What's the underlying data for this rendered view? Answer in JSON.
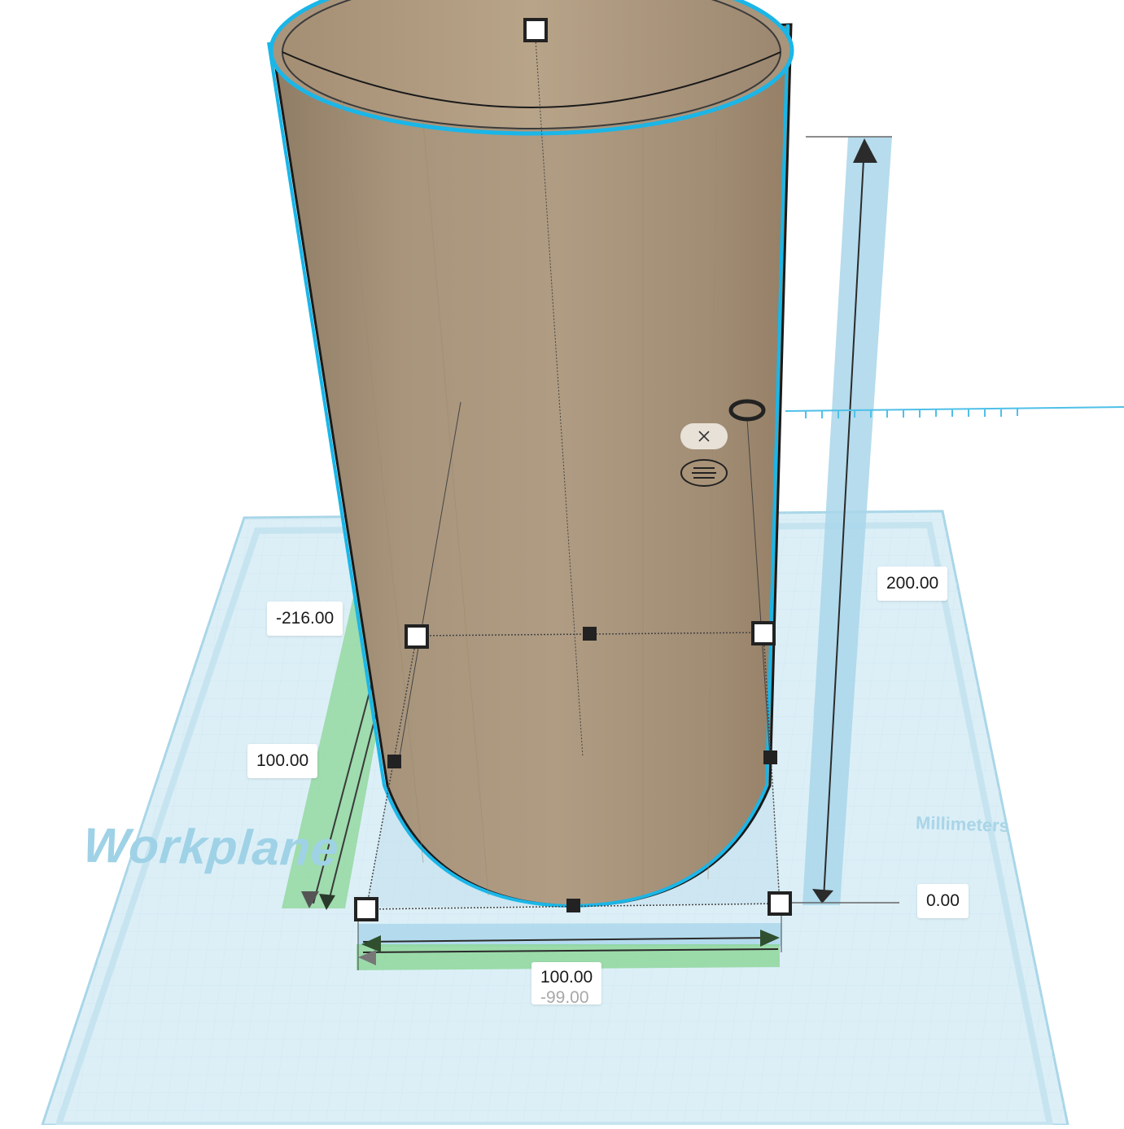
{
  "workplane": {
    "title": "Workplane",
    "units": "Millimeters"
  },
  "dimensions": {
    "height": "200.00",
    "elevation": "0.00",
    "length": "100.00",
    "width": "100.00",
    "width_ghost": "-99.00",
    "position_x": "-216.00"
  },
  "context_buttons": [
    {
      "name": "close",
      "icon": "close-icon"
    },
    {
      "name": "menu",
      "icon": "hamburger-menu-icon"
    }
  ],
  "colors": {
    "shape_fill": "#a8957c",
    "selection_outline": "#1ab6e8",
    "workplane": "#dceff7",
    "grid_line": "#bfe1ee",
    "dimension_blue": "#8fc8e3",
    "dimension_green": "#7fd48a"
  }
}
